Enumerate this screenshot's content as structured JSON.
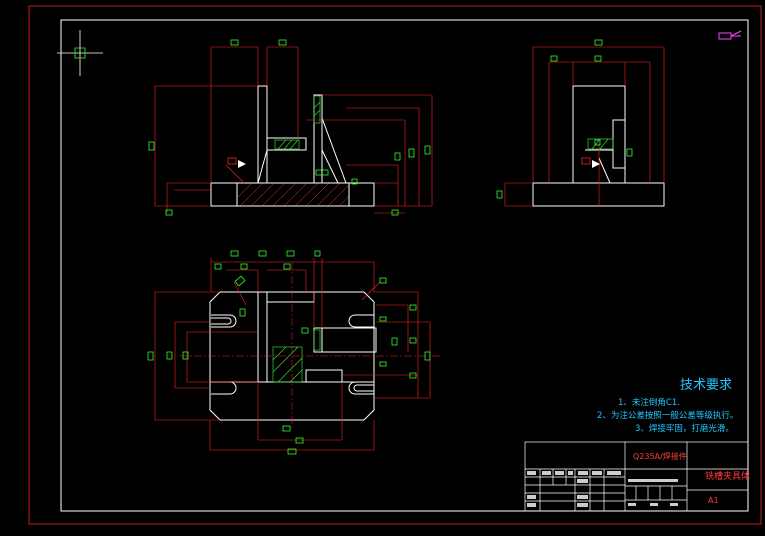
{
  "colors": {
    "background": "#000000",
    "outer_border": "#c81e1e",
    "inner_border": "#ffffff",
    "outline": "#ffffff",
    "dimension": "#ff2020",
    "centerline": "#ff2020",
    "hatch": "#ff3030",
    "weld_green": "#35d435",
    "marker_green": "#2cff2c",
    "notes_cyan": "#21c6ff",
    "title_red": "#ff3b3b"
  },
  "icons": {
    "crosshair": "crosshair-cursor-icon",
    "ucs": "ucs-icon",
    "section_arrow": "section-arrow-icon"
  },
  "notes": {
    "title": "技术要求",
    "line1": "1、未注倒角C1.",
    "line2": "2、为注公差按照一般公差等级执行。",
    "line3": "3、焊接牢固，打磨光滑。"
  },
  "title_block": {
    "material": "Q235A/焊接件",
    "drawing_name": "铣槽夹具体",
    "sheet_size": "A1"
  }
}
